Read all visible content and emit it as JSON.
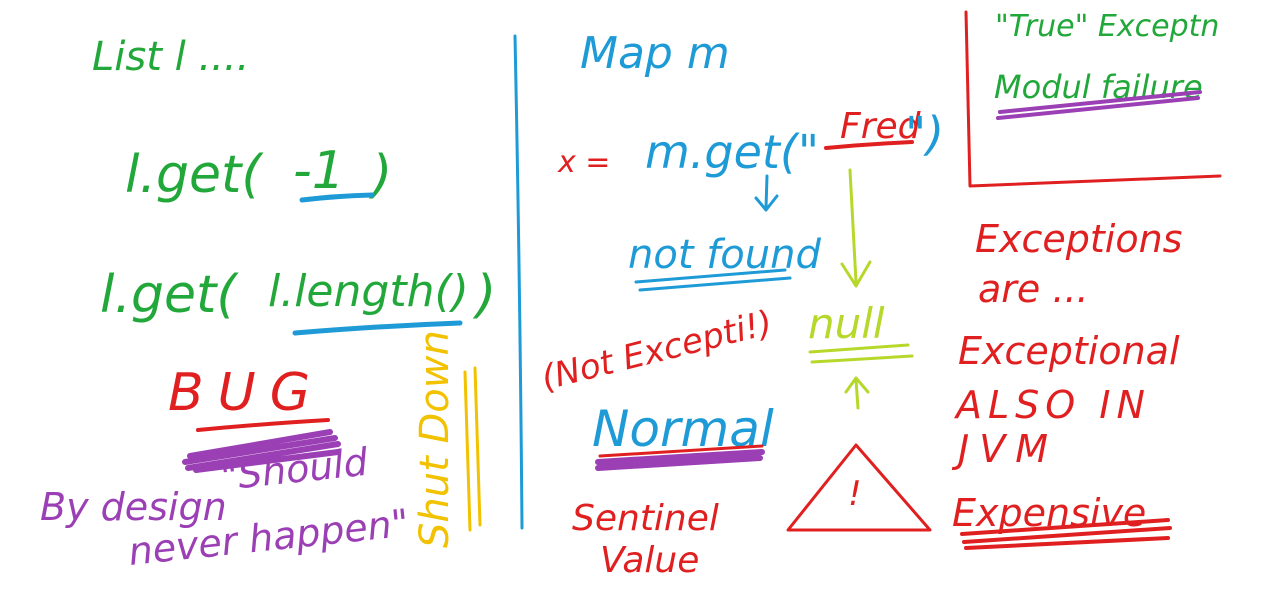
{
  "colors": {
    "green": "#22a83a",
    "blue": "#1e9bd6",
    "red": "#e02020",
    "purple": "#9b3fb5",
    "yellow": "#f2c200",
    "lime": "#b6d82a"
  },
  "left_section": {
    "list_decl": "List l ....",
    "get_neg_one_prefix": "l.get(",
    "get_neg_one_arg": "-1",
    "get_neg_one_suffix": ")",
    "get_length_prefix": "l.get(",
    "get_length_arg": "l.length()",
    "get_length_suffix": ")",
    "bug_label": "BUG",
    "by_design": "By design",
    "should_quote": "\"Should",
    "never_happen": "never happen\"",
    "shut_down": "Shut Down"
  },
  "middle_section": {
    "map_decl": "Map m",
    "x_assign": "x =",
    "get_call_prefix": "m.get(\"",
    "get_call_arg": "Fred",
    "get_call_suffix": "\")",
    "not_found": "not found",
    "not_exception": "(Not Excepti!)",
    "normal": "Normal",
    "sentinel_line1": "Sentinel",
    "sentinel_line2": "Value",
    "null_label": "null",
    "warning_mark": "!"
  },
  "right_section": {
    "true_exception": "\"True\" Exceptn",
    "module_failure": "Modul failure",
    "exceptions_are_line1": "Exceptions",
    "exceptions_are_line2": "are ...",
    "exceptional": "Exceptional",
    "also_in": "ALSO IN",
    "jvm": "JVM",
    "expensive": "Expensive"
  }
}
